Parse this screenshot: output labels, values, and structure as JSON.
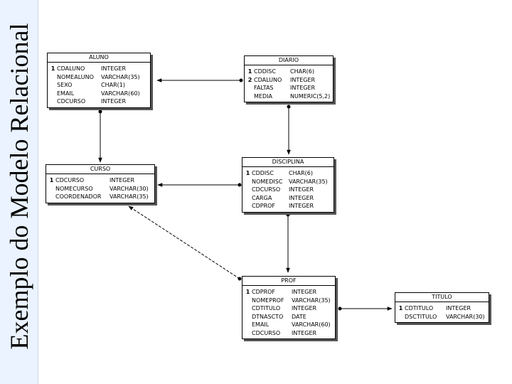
{
  "slide_title": "Exemplo do Modelo Relacional",
  "colors": {
    "sidebar_bg": "#eaf3ff",
    "line": "#000000"
  },
  "entities": {
    "aluno": {
      "name": "ALUNO",
      "attributes": [
        {
          "key": "1",
          "name": "CDALUNO",
          "type": "INTEGER"
        },
        {
          "key": "",
          "name": "NOMEALUNO",
          "type": "VARCHAR(35)"
        },
        {
          "key": "",
          "name": "SEXO",
          "type": "CHAR(1)"
        },
        {
          "key": "",
          "name": "EMAIL",
          "type": "VARCHAR(60)"
        },
        {
          "key": "",
          "name": "CDCURSO",
          "type": "INTEGER"
        }
      ]
    },
    "diario": {
      "name": "DIARIO",
      "attributes": [
        {
          "key": "1",
          "name": "CDDISC",
          "type": "CHAR(6)"
        },
        {
          "key": "2",
          "name": "CDALUNO",
          "type": "INTEGER"
        },
        {
          "key": "",
          "name": "FALTAS",
          "type": "INTEGER"
        },
        {
          "key": "",
          "name": "MEDIA",
          "type": "NUMERIC(5,2)"
        }
      ]
    },
    "curso": {
      "name": "CURSO",
      "attributes": [
        {
          "key": "1",
          "name": "CDCURSO",
          "type": "INTEGER"
        },
        {
          "key": "",
          "name": "NOMECURSO",
          "type": "VARCHAR(30)"
        },
        {
          "key": "",
          "name": "COORDENADOR",
          "type": "VARCHAR(35)"
        }
      ]
    },
    "disciplina": {
      "name": "DISCIPLINA",
      "attributes": [
        {
          "key": "1",
          "name": "CDDISC",
          "type": "CHAR(6)"
        },
        {
          "key": "",
          "name": "NOMEDISC",
          "type": "VARCHAR(35)"
        },
        {
          "key": "",
          "name": "CDCURSO",
          "type": "INTEGER"
        },
        {
          "key": "",
          "name": "CARGA",
          "type": "INTEGER"
        },
        {
          "key": "",
          "name": "CDPROF",
          "type": "INTEGER"
        }
      ]
    },
    "prof": {
      "name": "PROF",
      "attributes": [
        {
          "key": "1",
          "name": "CDPROF",
          "type": "INTEGER"
        },
        {
          "key": "",
          "name": "NOMEPROF",
          "type": "VARCHAR(35)"
        },
        {
          "key": "",
          "name": "CDTITULO",
          "type": "INTEGER"
        },
        {
          "key": "",
          "name": "DTNASCTO",
          "type": "DATE"
        },
        {
          "key": "",
          "name": "EMAIL",
          "type": "VARCHAR(60)"
        },
        {
          "key": "",
          "name": "CDCURSO",
          "type": "INTEGER"
        }
      ]
    },
    "titulo": {
      "name": "TITULO",
      "attributes": [
        {
          "key": "1",
          "name": "CDTITULO",
          "type": "INTEGER"
        },
        {
          "key": "",
          "name": "DSCTITULO",
          "type": "VARCHAR(30)"
        }
      ]
    }
  }
}
